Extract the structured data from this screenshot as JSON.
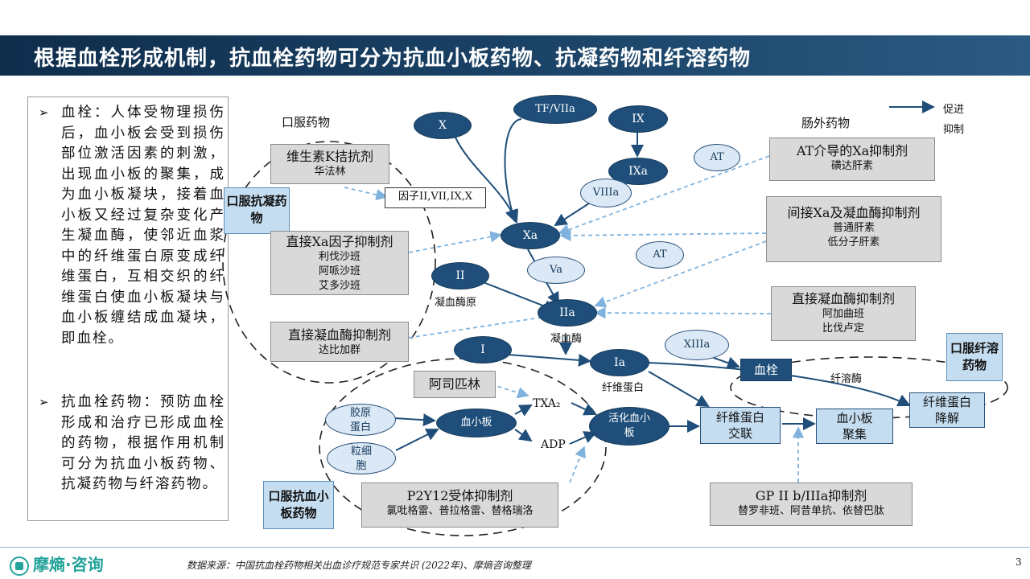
{
  "title": "根据血栓形成机制，抗血栓药物可分为抗血小板药物、抗凝药物和纤溶药物",
  "left_panel": {
    "bullet1": "血栓：人体受物理损伤后，血小板会受到损伤部位激活因素的刺激，出现血小板的聚集，成为血小板凝块，接着血小板又经过复杂变化产生凝血酶，使邻近血浆中的纤维蛋白原变成纤维蛋白，互相交织的纤维蛋白使血小板凝块与血小板缠结成血凝块，即血栓。",
    "bullet2": "抗血栓药物：预防血栓形成和治疗已形成血栓的药物，根据作用机制可分为抗血小板药物、抗凝药物与纤溶药物。"
  },
  "diagram": {
    "oral_drugs_label": "口服药物",
    "parenteral_drugs_label": "肠外药物",
    "legend": {
      "promote": "促进",
      "inhibit": "抑制"
    },
    "oral_anticoag_box": "口服抗凝药物",
    "oral_fibrinolytic_box": "口服纤溶药物",
    "oral_antiplatelet_box": "口服抗血小板药物",
    "vitk": {
      "title": "维生素K拮抗剂",
      "drugs": "华法林"
    },
    "factors": "因子II,VII,IX,X",
    "direct_xa": {
      "title": "直接Xa因子抑制剂",
      "drugs": [
        "利伐沙班",
        "阿哌沙班",
        "艾多沙班"
      ]
    },
    "direct_thrombin_oral": {
      "title": "直接凝血酶抑制剂",
      "drugs": "达比加群"
    },
    "at_xa": {
      "title": "AT介导的Xa抑制剂",
      "drugs": "磺达肝素"
    },
    "indirect": {
      "title": "间接Xa及凝血酶抑制剂",
      "drugs": [
        "普通肝素",
        "低分子肝素"
      ]
    },
    "direct_thrombin_par": {
      "title": "直接凝血酶抑制剂",
      "drugs": [
        "阿加曲班",
        "比伐卢定"
      ]
    },
    "aspirin": "阿司匹林",
    "p2y12": {
      "title": "P2Y12受体抑制剂",
      "drugs": "氯吡格雷、普拉格雷、替格瑞洛"
    },
    "gp": {
      "title": "GP II b/IIIa抑制剂",
      "drugs": "替罗非班、阿昔单抗、依替巴肽"
    },
    "nodes": {
      "tf": "TF/VIIa",
      "x": "X",
      "ix": "IX",
      "ixa": "IXa",
      "viiia": "VIIIa",
      "at1": "AT",
      "xa": "Xa",
      "va": "Va",
      "at2": "AT",
      "ii": "II",
      "iia": "IIa",
      "xiiia": "XIIIa",
      "i": "I",
      "ia": "Ia",
      "collagen": "胶原蛋白",
      "granulocyte": "粒细胞",
      "platelet": "血小板",
      "activated_platelet": "活化血小板",
      "txa2": "TXA₂",
      "adp": "ADP"
    },
    "labels": {
      "prothrombin": "凝血酶原",
      "thrombin": "凝血酶",
      "fibrin": "纤维蛋白",
      "fibrinolysin": "纤溶酶"
    },
    "boxes": {
      "thrombus": "血栓",
      "fibrin_crosslink": "纤维蛋白交联",
      "platelet_aggregation": "血小板聚集",
      "fibrin_degradation": "纤维蛋白降解"
    }
  },
  "footer": {
    "logo": "摩熵·咨询",
    "source": "数据来源：中国抗血栓药物相关出血诊疗规范专家共识 (2022年)、摩熵咨询整理",
    "page": "3"
  }
}
